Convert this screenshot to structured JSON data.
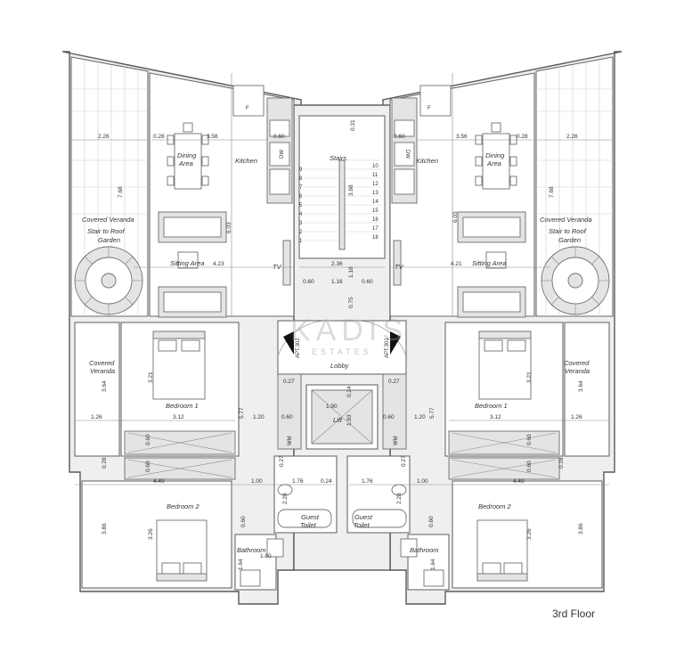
{
  "floor_label": "3rd Floor",
  "watermark": {
    "line1": "KADIS",
    "line2": "ESTATES"
  },
  "rooms": {
    "stairs": "Stairs",
    "lift": "Lift",
    "lobby": "Lobby",
    "apt_left": "APT.302",
    "apt_right": "APT.301",
    "kitchen": "Kitchen",
    "dining": [
      "Dining",
      "Area"
    ],
    "covered_veranda": "Covered Veranda",
    "covered_veranda_split": [
      "Covered",
      "Veranda"
    ],
    "stair_roof": [
      "Stair to Roof",
      "Garden"
    ],
    "sitting": "Sitting Area",
    "tv": "TV",
    "bedroom1": "Bedroom 1",
    "bedroom2": "Bedroom 2",
    "bathroom": "Bathroom",
    "guest_toilet": [
      "Guest",
      "Toilet"
    ],
    "fridge": "F",
    "dishwasher": "DW",
    "wardrobe": "WM"
  },
  "dims": {
    "d226": "2.26",
    "d028": "0.28",
    "d356": "3.56",
    "d060": "0.60",
    "d031": "0.31",
    "d768": "7.68",
    "d603": "6.03",
    "d398": "3.98",
    "d423": "4.23",
    "d421": "4.21",
    "d236": "2.36",
    "d118": "1.18",
    "d116": "1.16",
    "d075": "0.75",
    "d364": "3.64",
    "d321": "3.21",
    "d126": "1.26",
    "d312": "3.12",
    "d577": "5.77",
    "d120": "1.20",
    "d027": "0.27",
    "d190": "1.90",
    "d024": "0.24",
    "d183": "1.83",
    "d449": "4.49",
    "d100": "1.00",
    "d176": "1.76",
    "d228": "2.28",
    "d386": "3.86",
    "d326": "3.26",
    "d164": "1.64",
    "d180": "1.80"
  },
  "stair_steps_left": [
    "9",
    "8",
    "7",
    "6",
    "5",
    "4",
    "3",
    "2",
    "1"
  ],
  "stair_steps_right": [
    "10",
    "11",
    "12",
    "13",
    "14",
    "15",
    "16",
    "17",
    "18"
  ]
}
